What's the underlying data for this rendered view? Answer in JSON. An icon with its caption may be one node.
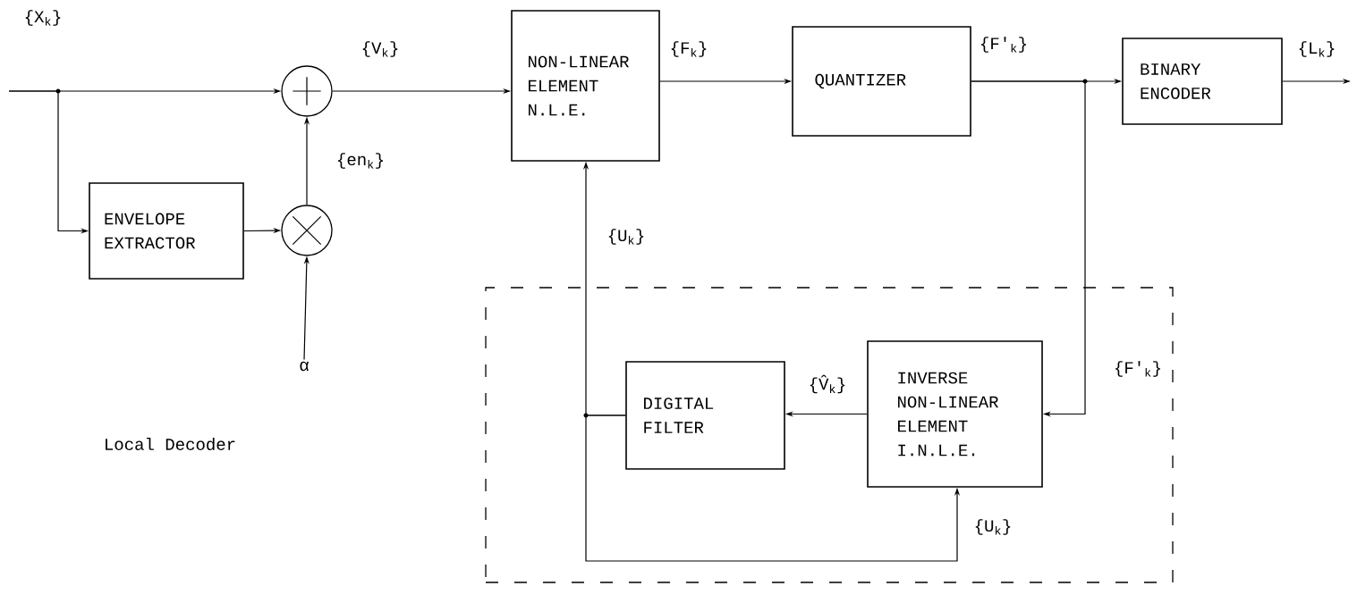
{
  "diagram": {
    "nodes": [
      {
        "text": [],
        "shape": "circle"
      },
      {
        "text": [
          "NON-LINEAR ELEMENT N.L.E."
        ]
      },
      {
        "text": [
          "QUANTIZER"
        ]
      },
      {
        "text": [
          "BINARY ENCODER"
        ]
      },
      {
        "text": [
          "ENVELOPE EXTRACTOR"
        ]
      },
      {
        "text": [],
        "shape": "circle"
      },
      {
        "text": [],
        "shape": "box"
      },
      {
        "text": [
          "DIGITAL FILTER"
        ],
        "in": 6
      },
      {
        "text": [
          "INVERSE NON-LINEAR ELEMENT I.N.L.E."
        ],
        "in": 6
      },
      {
        "text": [
          "α"
        ]
      }
    ],
    "edges": [
      {
        "from": null,
        "to": 0,
        "arrow": "to",
        "label": "{X$_{k}$}"
      },
      {
        "from": null,
        "to": 4,
        "arrow": "to"
      },
      {
        "from": 4,
        "to": 5,
        "arrow": "to"
      },
      {
        "from": 5,
        "to": 0,
        "arrow": "to",
        "label": "{en$_{k}$}"
      },
      {
        "from": 0,
        "to": 1,
        "arrow": "to",
        "label": "{V$_{k}$}"
      },
      {
        "from": 1,
        "to": 2,
        "arrow": "to",
        "label": "{F$_{k}$}"
      },
      {
        "from": 2,
        "to": 3,
        "arrow": "to",
        "label": "{F'$_{k}$}"
      },
      {
        "from": 2,
        "to": 8,
        "arrow": "to",
        "label": "{F'$_{k}$}"
      },
      {
        "from": 3,
        "to": null,
        "arrow": "to",
        "label": "{L$_{k}$}"
      },
      {
        "from": 9,
        "to": 5,
        "arrow": "to"
      },
      {
        "from": 8,
        "to": 7,
        "arrow": "to",
        "label": "{V̂$_{k}$}"
      },
      {
        "from": 7,
        "to": 1,
        "arrow": "to",
        "label": "{U$_{k}$}"
      },
      {
        "from": 7,
        "to": 8,
        "arrow": "to",
        "label": "{U$_{k}$}"
      }
    ],
    "labels": [
      "Local Decoder"
    ]
  }
}
